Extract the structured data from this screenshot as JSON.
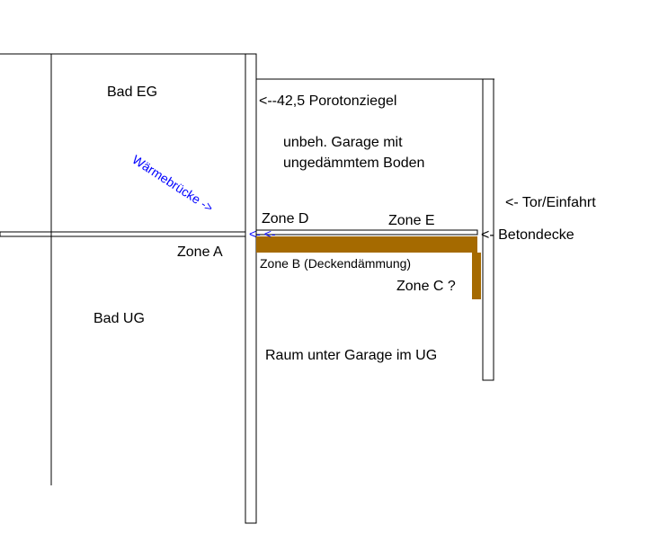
{
  "labels": {
    "bad_eg": "Bad EG",
    "bad_ug": "Bad UG",
    "porotonziegel": "<--42,5 Porotonziegel",
    "garage_line1": "unbeh. Garage mit",
    "garage_line2": "ungedämmtem Boden",
    "tor_einfahrt": "<- Tor/Einfahrt",
    "waermebruecke": "Wärmebrücke ->",
    "waermebruecke_arrow": "<- <-",
    "zone_a": "Zone A",
    "zone_b": "Zone B (Deckendämmung)",
    "zone_c": "Zone C ?",
    "zone_d": "Zone D",
    "zone_e": "Zone E",
    "betondecke": "<- Betondecke",
    "raum_unter_garage": "Raum unter Garage im UG"
  },
  "colors": {
    "line": "#000000",
    "insulation": "#a56a00",
    "annotation": "#0000ff"
  }
}
